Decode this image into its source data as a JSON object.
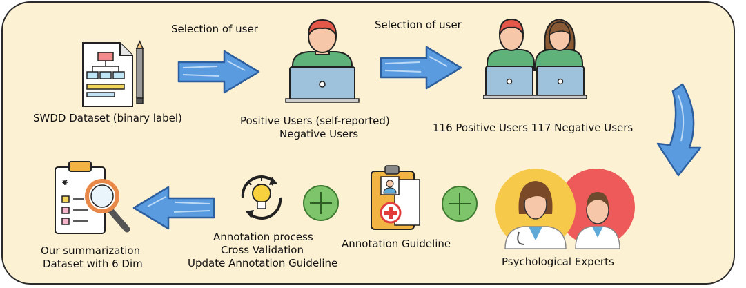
{
  "colors": {
    "background": "#fdf1d3",
    "arrow_blue": "#4a90d9",
    "plus_green": "#7dc46a",
    "user_green": "#5fb27a",
    "laptop_blue": "#9ec1dc"
  },
  "top_row": {
    "dataset_label": "SWDD Dataset (binary label)",
    "selection_1": "Selection of user",
    "selection_2": "Selection of user",
    "users_label_line1": "Positive Users (self-reported)",
    "users_label_line2": "Negative Users",
    "counts_label": "116 Positive Users 117 Negative Users"
  },
  "bottom_row": {
    "experts_label": "Psychological Experts",
    "guideline_label": "Annotation Guideline",
    "process_line1": "Annotation process",
    "process_line2": "Cross Validation",
    "process_line3": "Update Annotation Guideline",
    "output_line1": "Our summarization",
    "output_line2": "Dataset with 6 Dim"
  },
  "icons": [
    "document-flowchart-icon",
    "arrow-right-icon",
    "single-user-laptop-icon",
    "two-users-laptop-icon",
    "curved-arrow-down-icon",
    "doctors-icon",
    "plus-icon",
    "medical-folder-icon",
    "lightbulb-cycle-icon",
    "arrow-left-icon",
    "clipboard-magnifier-icon"
  ]
}
